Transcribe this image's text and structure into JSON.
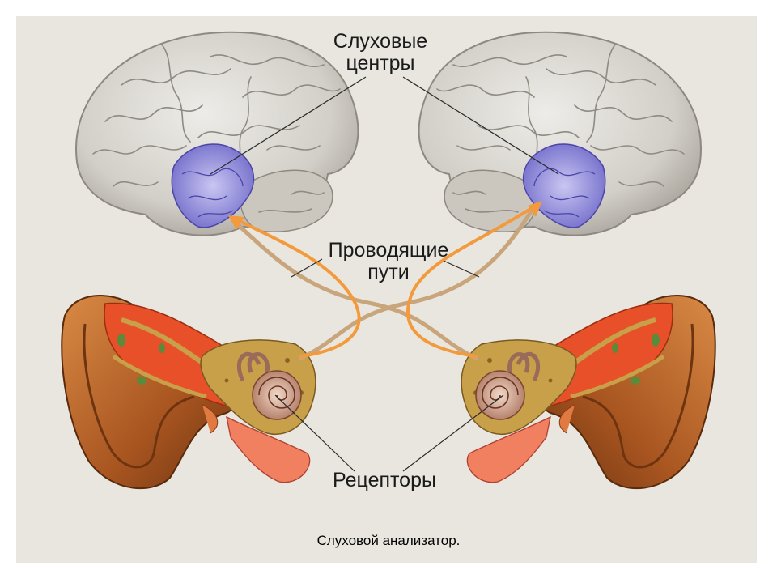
{
  "labels": {
    "auditory_centers": [
      "Слуховые",
      "центры"
    ],
    "pathways": [
      "Проводящие",
      "пути"
    ],
    "receptors": "Рецепторы"
  },
  "caption": "Слуховой анализатор.",
  "colors": {
    "panel": "#e9e6df",
    "brain": "#d9d6d0",
    "auditory_cortex": "#8e8ad8",
    "pathway_orange": "#f29a3c",
    "pathway_tan": "#c9a57c",
    "ear_outer": "#b8642a",
    "ear_inner": "#e8502a",
    "bone": "#c8a04a"
  }
}
